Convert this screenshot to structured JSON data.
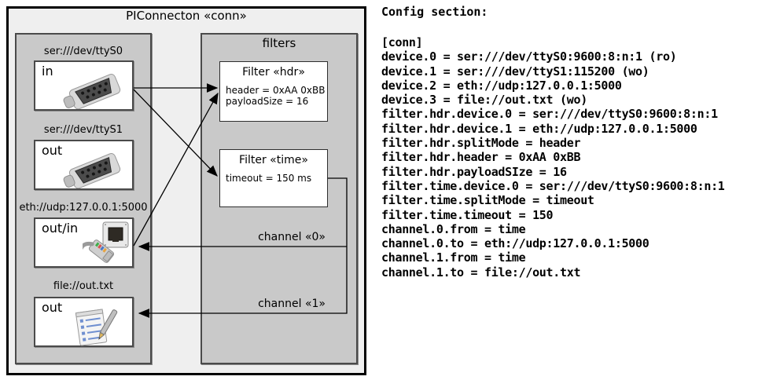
{
  "diagram": {
    "title": "PIConnecton «conn»",
    "filters_label": "filters",
    "devices": [
      {
        "label": "ser:///dev/ttyS0",
        "port": "in",
        "icon": "serial-connector-icon"
      },
      {
        "label": "ser:///dev/ttyS1",
        "port": "out",
        "icon": "serial-connector-icon"
      },
      {
        "label": "eth://udp:127.0.0.1:5000",
        "port": "out/in",
        "icon": "ethernet-connector-icon"
      },
      {
        "label": "file://out.txt",
        "port": "out",
        "icon": "notepad-pen-icon"
      }
    ],
    "filters": [
      {
        "title": "Filter «hdr»",
        "params": [
          "header = 0xAA 0xBB",
          "payloadSize = 16"
        ]
      },
      {
        "title": "Filter «time»",
        "params": [
          "timeout = 150 ms"
        ]
      }
    ],
    "channels": [
      {
        "label": "channel «0»"
      },
      {
        "label": "channel «1»"
      }
    ],
    "colors": {
      "panel": "#c9c9c9",
      "outer": "#efefef",
      "border": "#4a4a4a",
      "line": "#000000"
    }
  },
  "config": {
    "heading": "Config section:",
    "lines": [
      "[conn]",
      "device.0 = ser:///dev/ttyS0:9600:8:n:1 (ro)",
      "device.1 = ser:///dev/ttyS1:115200 (wo)",
      "device.2 = eth://udp:127.0.0.1:5000",
      "device.3 = file://out.txt (wo)",
      "filter.hdr.device.0 = ser:///dev/ttyS0:9600:8:n:1",
      "filter.hdr.device.1 = eth://udp:127.0.0.1:5000",
      "filter.hdr.splitMode = header",
      "filter.hdr.header = 0xAA 0xBB",
      "filter.hdr.payloadSIze = 16",
      "filter.time.device.0 = ser:///dev/ttyS0:9600:8:n:1",
      "filter.time.splitMode = timeout",
      "filter.time.timeout = 150",
      "channel.0.from = time",
      "channel.0.to = eth://udp:127.0.0.1:5000",
      "channel.1.from = time",
      "channel.1.to = file://out.txt"
    ]
  }
}
